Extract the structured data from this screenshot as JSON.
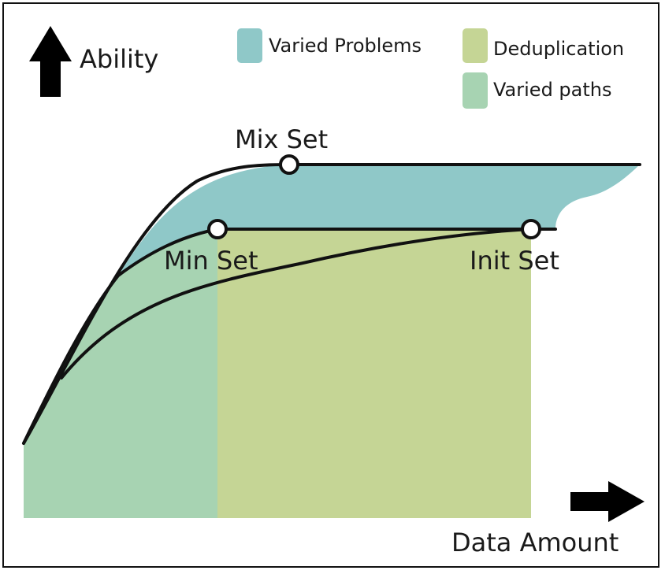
{
  "axes": {
    "y_label": "Ability",
    "x_label": "Data Amount"
  },
  "legend": {
    "items": [
      {
        "label": "Varied Problems",
        "color": "#8fc8c8"
      },
      {
        "label": "Deduplication",
        "color": "#c5d595"
      },
      {
        "label": "Varied paths",
        "color": "#a7d3b2"
      }
    ]
  },
  "nodes": {
    "mix": "Mix Set",
    "min": "Min Set",
    "init": "Init Set"
  },
  "colors": {
    "varied_problems": "#8fc8c8",
    "deduplication": "#c5d595",
    "varied_paths": "#a7d3b2",
    "line": "#111111"
  }
}
